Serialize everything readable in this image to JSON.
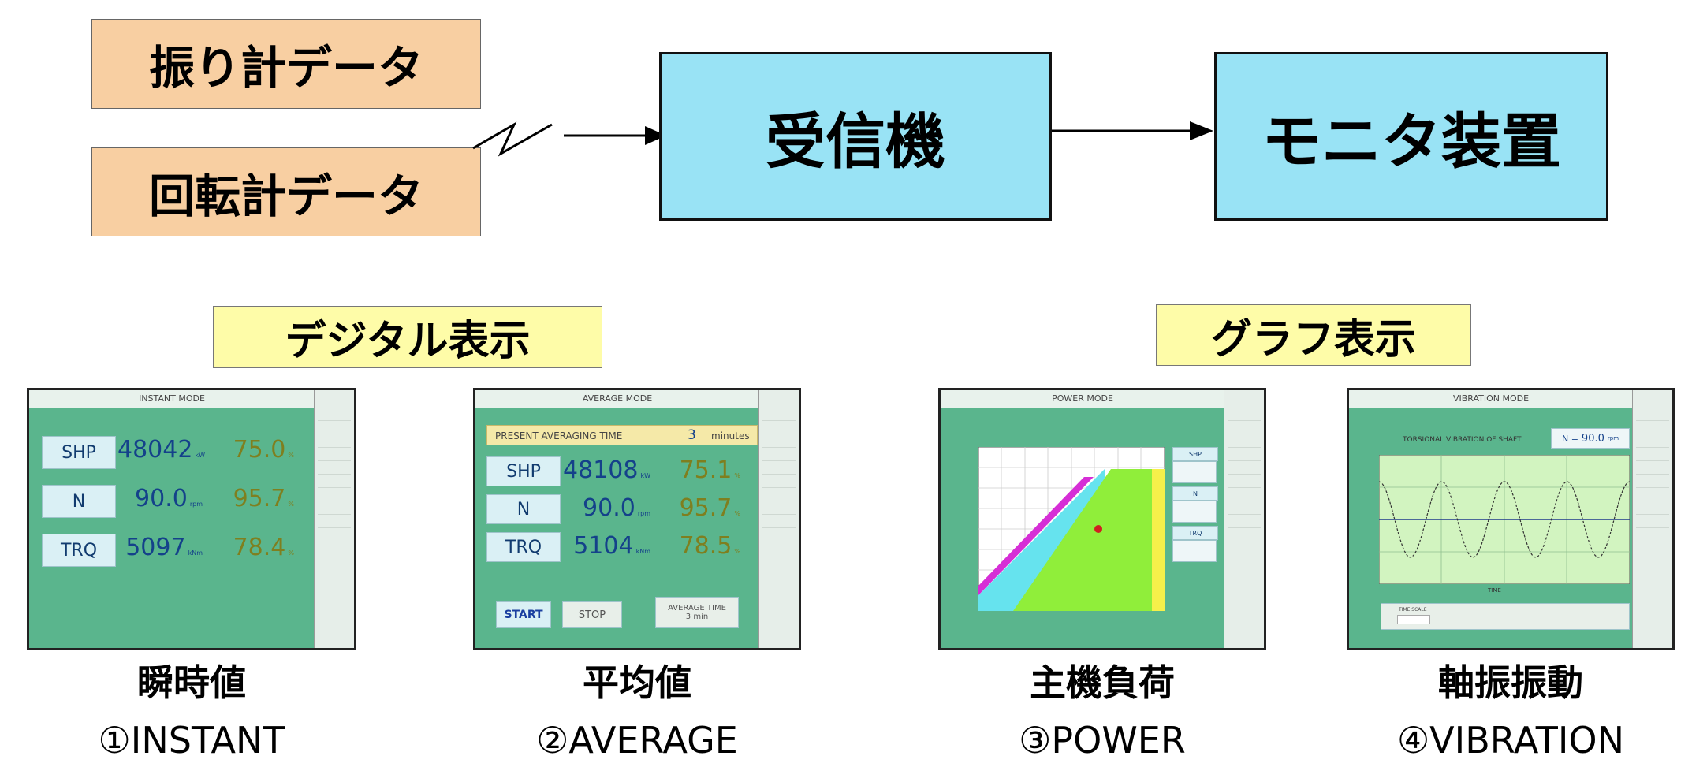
{
  "sources": [
    {
      "label": "振り計データ"
    },
    {
      "label": "回転計データ"
    }
  ],
  "receiver": {
    "label": "受信機"
  },
  "monitor": {
    "label": "モニタ装置"
  },
  "categories": {
    "digital": "デジタル表示",
    "graph": "グラフ表示"
  },
  "screens": {
    "instant": {
      "title": "INSTANT MODE",
      "caption": "瞬時値",
      "mode_label": "①INSTANT",
      "rows": [
        {
          "label": "SHP",
          "value": "48042",
          "unit": "kW",
          "pct": "75.0",
          "pct_unit": "%"
        },
        {
          "label": "N",
          "value": "90.0",
          "unit": "rpm",
          "pct": "95.7",
          "pct_unit": "%"
        },
        {
          "label": "TRQ",
          "value": "5097",
          "unit": "kNm",
          "pct": "78.4",
          "pct_unit": "%"
        }
      ]
    },
    "average": {
      "title": "AVERAGE MODE",
      "caption": "平均値",
      "mode_label": "②AVERAGE",
      "present_label": "PRESENT AVERAGING TIME",
      "present_value": "3",
      "present_unit": "minutes",
      "rows": [
        {
          "label": "SHP",
          "value": "48108",
          "unit": "kW",
          "pct": "75.1",
          "pct_unit": "%"
        },
        {
          "label": "N",
          "value": "90.0",
          "unit": "rpm",
          "pct": "95.7",
          "pct_unit": "%"
        },
        {
          "label": "TRQ",
          "value": "5104",
          "unit": "kNm",
          "pct": "78.5",
          "pct_unit": "%"
        }
      ],
      "start_label": "START",
      "stop_label": "STOP",
      "avg_time_label": "AVERAGE TIME",
      "avg_time_value": "3 min"
    },
    "power": {
      "title": "POWER MODE",
      "caption": "主機負荷",
      "mode_label": "③POWER",
      "panel": [
        "SHP",
        "N",
        "TRQ"
      ]
    },
    "vibration": {
      "title": "VIBRATION MODE",
      "caption": "軸振振動",
      "mode_label": "④VIBRATION",
      "chart_title": "TORSIONAL VIBRATION OF SHAFT",
      "n_label": "N =",
      "n_value": "90.0",
      "n_unit": "rpm",
      "x_label": "TIME",
      "time_scale_label": "TIME SCALE"
    }
  },
  "colors": {
    "source_fill": "#f8cfa2",
    "process_fill": "#99e3f5",
    "category_fill": "#fefca8",
    "screen_bg": "#5ab58d"
  }
}
